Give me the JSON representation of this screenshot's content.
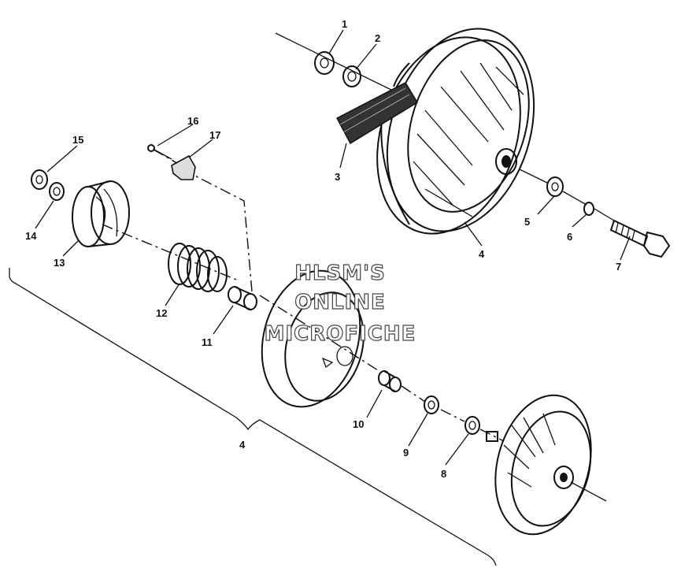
{
  "callouts": {
    "c1": "1",
    "c2": "2",
    "c3": "3",
    "c4a": "4",
    "c5": "5",
    "c6": "6",
    "c7": "7",
    "c4b": "4",
    "c8": "8",
    "c9": "9",
    "c10": "10",
    "c11": "11",
    "c12": "12",
    "c13": "13",
    "c14": "14",
    "c15": "15",
    "c16": "16",
    "c17": "17"
  },
  "watermark": {
    "line1": "HLSM'S",
    "line2": "ONLINE",
    "line3": "MICROFICHE"
  }
}
